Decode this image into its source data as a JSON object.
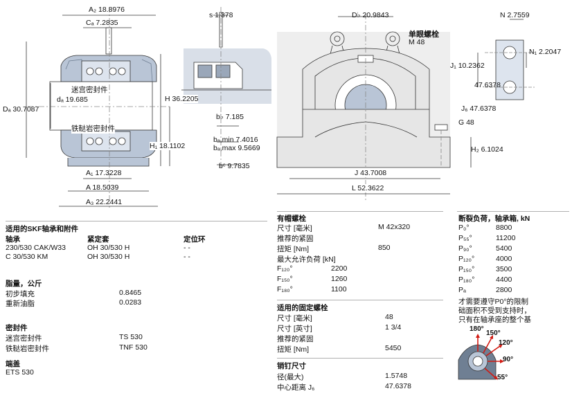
{
  "dims": {
    "a2": "A₂  18.8976",
    "ca": "Cₐ  7.2835",
    "s": "s  1.378",
    "db": "D♭  20.9843",
    "n": "N  2.7559",
    "bolt_title": "单眼螺栓",
    "bolt_size": "M 48",
    "n1": "N₁   2.2047",
    "j1": "J₁  10.2362",
    "j6_47": "47.6378",
    "j6": "J₆  47.6378",
    "g": "G  48",
    "da_big": "Dₐ  30.7087",
    "da_small": "dₐ  19.685",
    "maze_seal": "迷宫密封件",
    "labyrinth_seal": "铁鞑岩密封件",
    "h": "H  36.2205",
    "bb": "b♭  7.185",
    "ba_min": "bₐ,min   7.4016",
    "ba_max": "bₐ,max   9.5669",
    "bc": "bᶜ  9.7835",
    "h1": "H₁  18.1102",
    "h2": "H₂  6.1024",
    "a1": "A₁  17.3228",
    "a": "A  18.5039",
    "a3": "A₃  22.2441",
    "j": "J  43.7008",
    "l": "L  52.3622"
  },
  "left": {
    "fit_title": "适用的SKF轴承和附件",
    "col_bearing": "轴承",
    "col_sleeve": "紧定套",
    "col_ring": "定位环",
    "rows": [
      {
        "bearing": "230/530 CAK/W33",
        "sleeve": "OH 30/530 H",
        "ring": "-   -"
      },
      {
        "bearing": "C 30/530 KM",
        "sleeve": "OH 30/530 H",
        "ring": "-   -"
      }
    ],
    "grease_title": "脂量，公斤",
    "grease_rows": [
      {
        "label": "初步填充",
        "value": "0.8465"
      },
      {
        "label": "重新油脂",
        "value": "0.0283"
      }
    ],
    "seal_title": "密封件",
    "seal_rows": [
      {
        "label": "迷宫密封件",
        "value": "TS 530"
      },
      {
        "label": "铁鞑岩密封件",
        "value": "TNF 530"
      }
    ],
    "cap_title": "端盖",
    "cap_value": "ETS 530"
  },
  "middle": {
    "cap_bolt_title": "有帽螺栓",
    "cap_bolt_rows": [
      {
        "label": "尺寸 [毫米]",
        "value": "M 42x320"
      },
      {
        "label": "推荐的紧固",
        "value": ""
      },
      {
        "label": "扭矩 [Nm]",
        "value": "850"
      },
      {
        "label": "最大允许负荷 [kN]",
        "value": ""
      }
    ],
    "load_rows": [
      {
        "label": "F₁₂₀°",
        "value": "2200"
      },
      {
        "label": "F₁₅₀°",
        "value": "1260"
      },
      {
        "label": "F₁₈₀°",
        "value": "1100"
      }
    ],
    "fix_bolt_title": "适用的固定螺栓",
    "fix_bolt_rows": [
      {
        "label": "尺寸 [毫米]",
        "value": "48"
      },
      {
        "label": "尺寸 [英寸]",
        "value": "1 3/4"
      },
      {
        "label": "推荐的紧固",
        "value": ""
      },
      {
        "label": "扭矩 [Nm]",
        "value": "5450"
      }
    ],
    "pin_title": "销钉尺寸",
    "pin_rows": [
      {
        "label": "径(最大)",
        "value": "1.5748"
      },
      {
        "label": "中心距离 J₆",
        "value": "47.6378"
      }
    ]
  },
  "right": {
    "title": "断裂负荷，轴承箱, kN",
    "rows": [
      {
        "label": "P₀°",
        "value": "8800"
      },
      {
        "label": "P₅₅°",
        "value": "11200"
      },
      {
        "label": "P₉₀°",
        "value": "5400"
      },
      {
        "label": "P₁₂₀°",
        "value": "4000"
      },
      {
        "label": "P₁₅₀°",
        "value": "3500"
      },
      {
        "label": "P₁₈₀°",
        "value": "4400"
      },
      {
        "label": "Pₐ",
        "value": "2800"
      }
    ],
    "note1": "才需要遵守P0°的限制",
    "note2": "础面积不受到支持时，",
    "note3": "只有在轴承座的整个基",
    "angles": {
      "a180": "180°",
      "a150": "150°",
      "a120": "120°",
      "a90": "90°",
      "a55": "55°"
    }
  },
  "colors": {
    "housing_blue": "#b9c5d6",
    "housing_dark": "#6f7f93",
    "arrow_red": "#d21a12"
  }
}
